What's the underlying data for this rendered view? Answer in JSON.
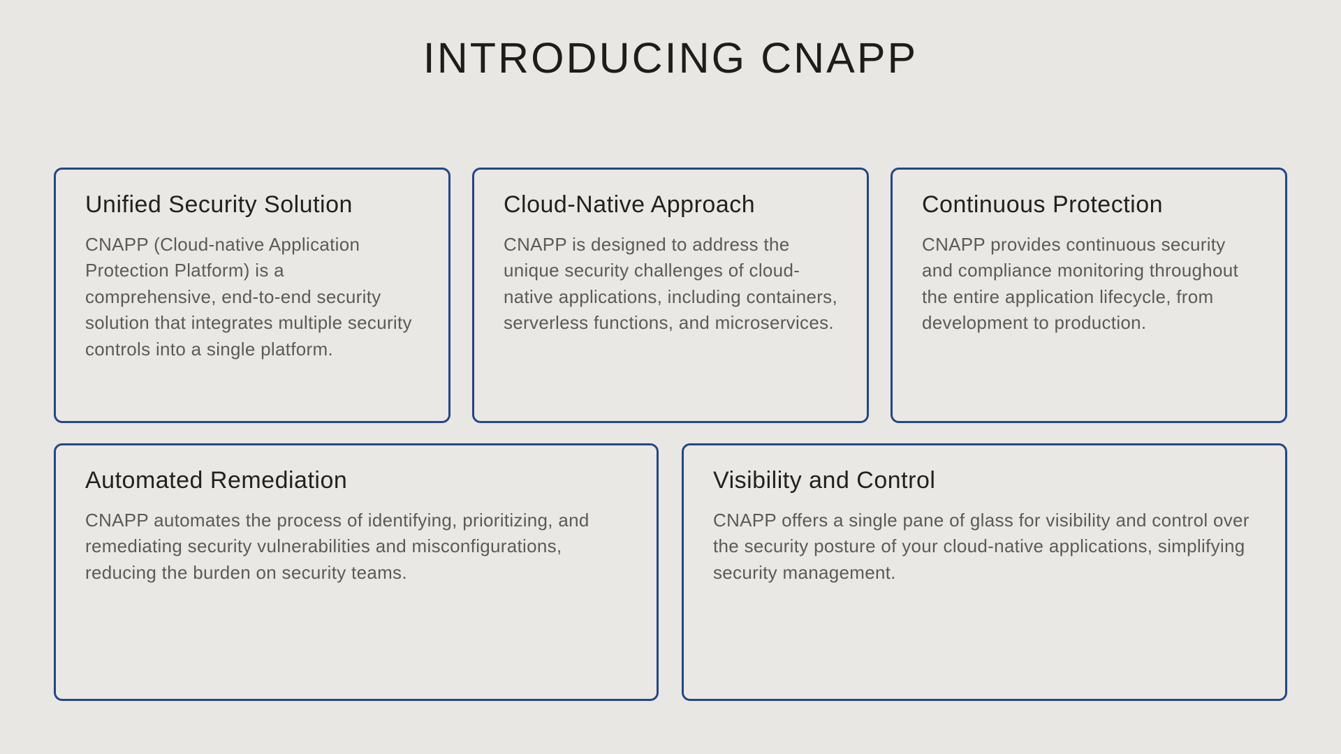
{
  "page": {
    "title": "INTRODUCING CNAPP",
    "background_color": "#e9e7e3",
    "card_border_color": "#234787",
    "title_text_color": "#1d1d1b",
    "body_text_color": "#5a5a58"
  },
  "cards": [
    {
      "title": "Unified Security Solution",
      "body": "CNAPP (Cloud-native Application Protection Platform) is a comprehensive, end-to-end security solution that integrates multiple security controls into a single platform."
    },
    {
      "title": "Cloud-Native Approach",
      "body": "CNAPP is designed to address the unique security challenges of cloud-native applications, including containers, serverless functions, and microservices."
    },
    {
      "title": "Continuous Protection",
      "body": "CNAPP provides continuous security and compliance monitoring throughout the entire application lifecycle, from development to production."
    },
    {
      "title": "Automated Remediation",
      "body": "CNAPP automates the process of identifying, prioritizing, and remediating security vulnerabilities and misconfigurations, reducing the burden on security teams."
    },
    {
      "title": "Visibility and Control",
      "body": "CNAPP offers a single pane of glass for visibility and control over the security posture of your cloud-native applications, simplifying security management."
    }
  ]
}
